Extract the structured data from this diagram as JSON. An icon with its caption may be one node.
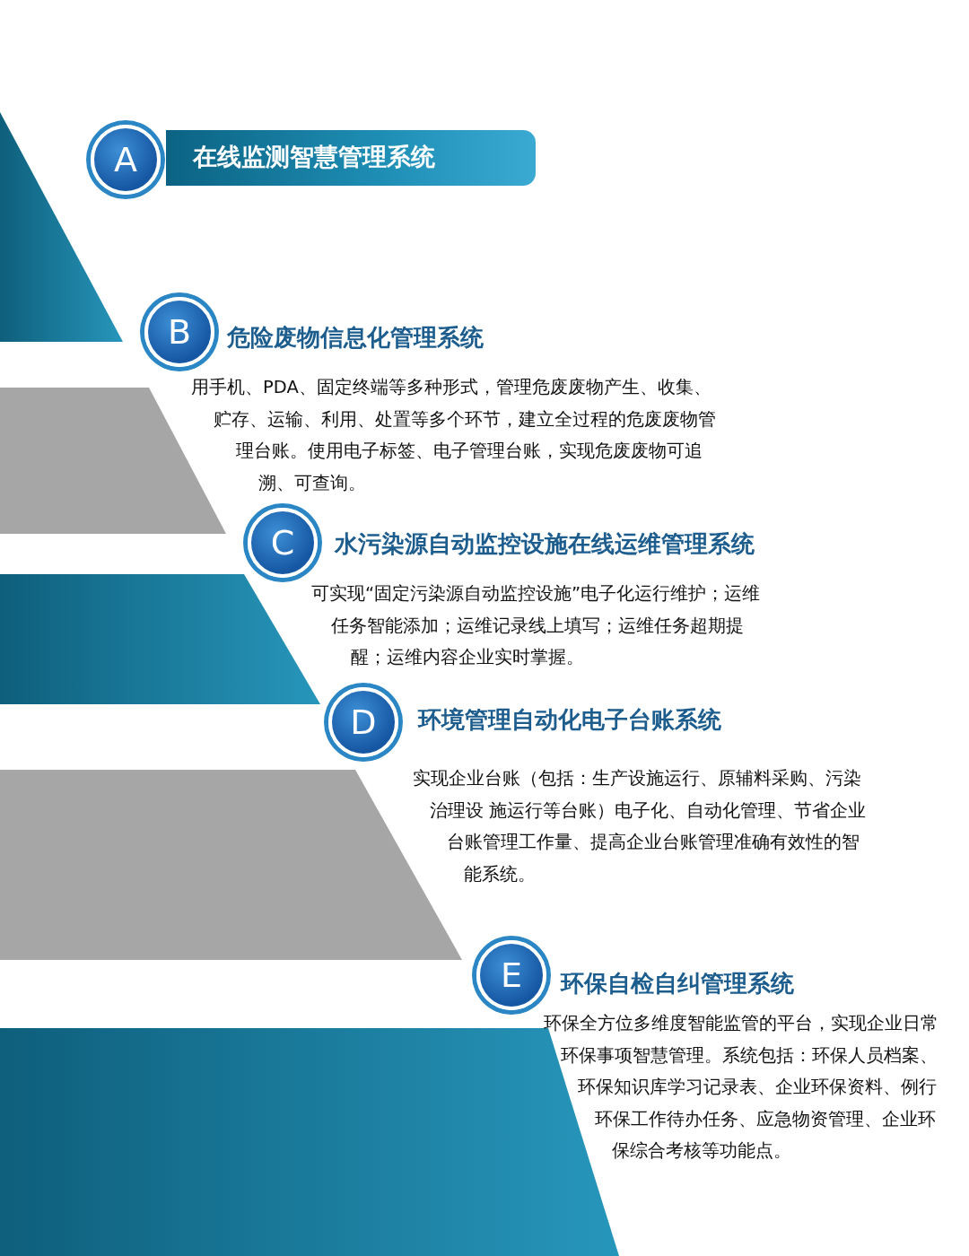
{
  "diagram": {
    "nodes": [
      {
        "text": [
          "A"
        ]
      },
      {
        "text": [
          "在线监测智慧管理系统"
        ]
      },
      {
        "text": [
          "B",
          "危险废物信息化管理系统",
          "用手机、PDA、固定终端等多种形式，管理危废废物产生、收集、贮存、运输、利用、处置等多个环节，建立全过程的危废废物管理台账。使用电子标签、电子管理台账，实现危废废物可追溯、可查询。"
        ]
      },
      {
        "text": [
          "C",
          "水污染源自动监控设施在线运维管理系统",
          "可实现“固定污染源自动监控设施”电子化运行维护；运维任务智能添加；运维记录线上填写；运维任务超期提醒；运维内容企业实时掌握。"
        ]
      },
      {
        "text": [
          "D",
          "环境管理自动化电子台账系统",
          "实现企业台账（包括：生产设施运行、原辅料采购、污染治理设 施运行等台账）电子化、自动化管理、节省企业台账管理工作量、提高企业台账管理准确有效性的智能系统。"
        ]
      },
      {
        "text": [
          "E",
          "环保自检自纠管理系统",
          "环保全方位多维度智能监管的平台，实现企业日常环保事项智慧管理。系统包括：环保人员档案、环保知识库学习记录表、企业环保资料、例行环保工作待办任务、应急物资管理、企业环保综合考核等功能点。"
        ]
      }
    ]
  }
}
